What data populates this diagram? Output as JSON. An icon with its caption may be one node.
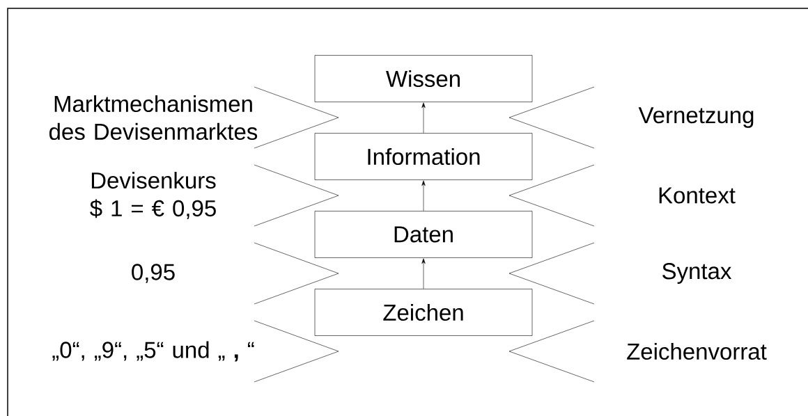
{
  "diagram": {
    "nodes": [
      {
        "text": [
          "Wissen"
        ]
      },
      {
        "text": [
          "Information"
        ]
      },
      {
        "text": [
          "Daten"
        ]
      },
      {
        "text": [
          "Zeichen"
        ]
      }
    ],
    "edges": [
      {
        "from": 3,
        "to": 2,
        "arrow": "to"
      },
      {
        "from": 2,
        "to": 1,
        "arrow": "to"
      },
      {
        "from": 1,
        "to": 0,
        "arrow": "to"
      }
    ],
    "labels": [
      "Marktmechanismen des Devisenmarktes",
      "Vernetzung",
      "Devisenkurs $ 1 = € 0,95",
      "Kontext",
      "0,95",
      "Syntax",
      "„0“, „9“, „5“ und „ **,** “",
      "Zeichenvorrat"
    ]
  }
}
